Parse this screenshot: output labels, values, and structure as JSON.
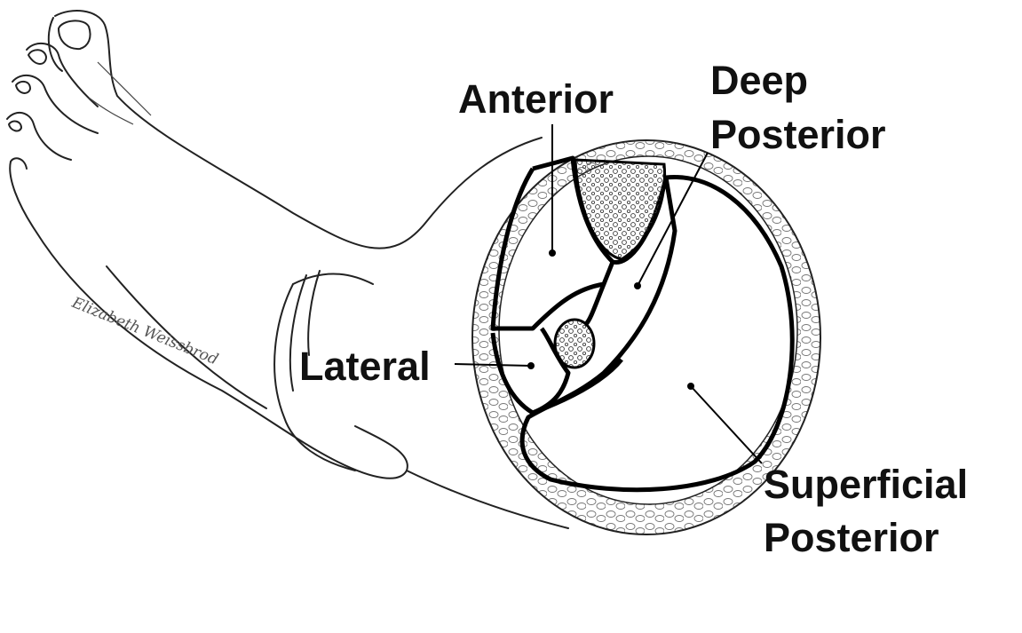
{
  "labels": {
    "anterior": "Anterior",
    "deep_posterior": [
      "Deep",
      "Posterior"
    ],
    "lateral": "Lateral",
    "superficial_posterior": [
      "Superficial",
      "Posterior"
    ]
  },
  "signature": "Elizabeth Weissbrod"
}
